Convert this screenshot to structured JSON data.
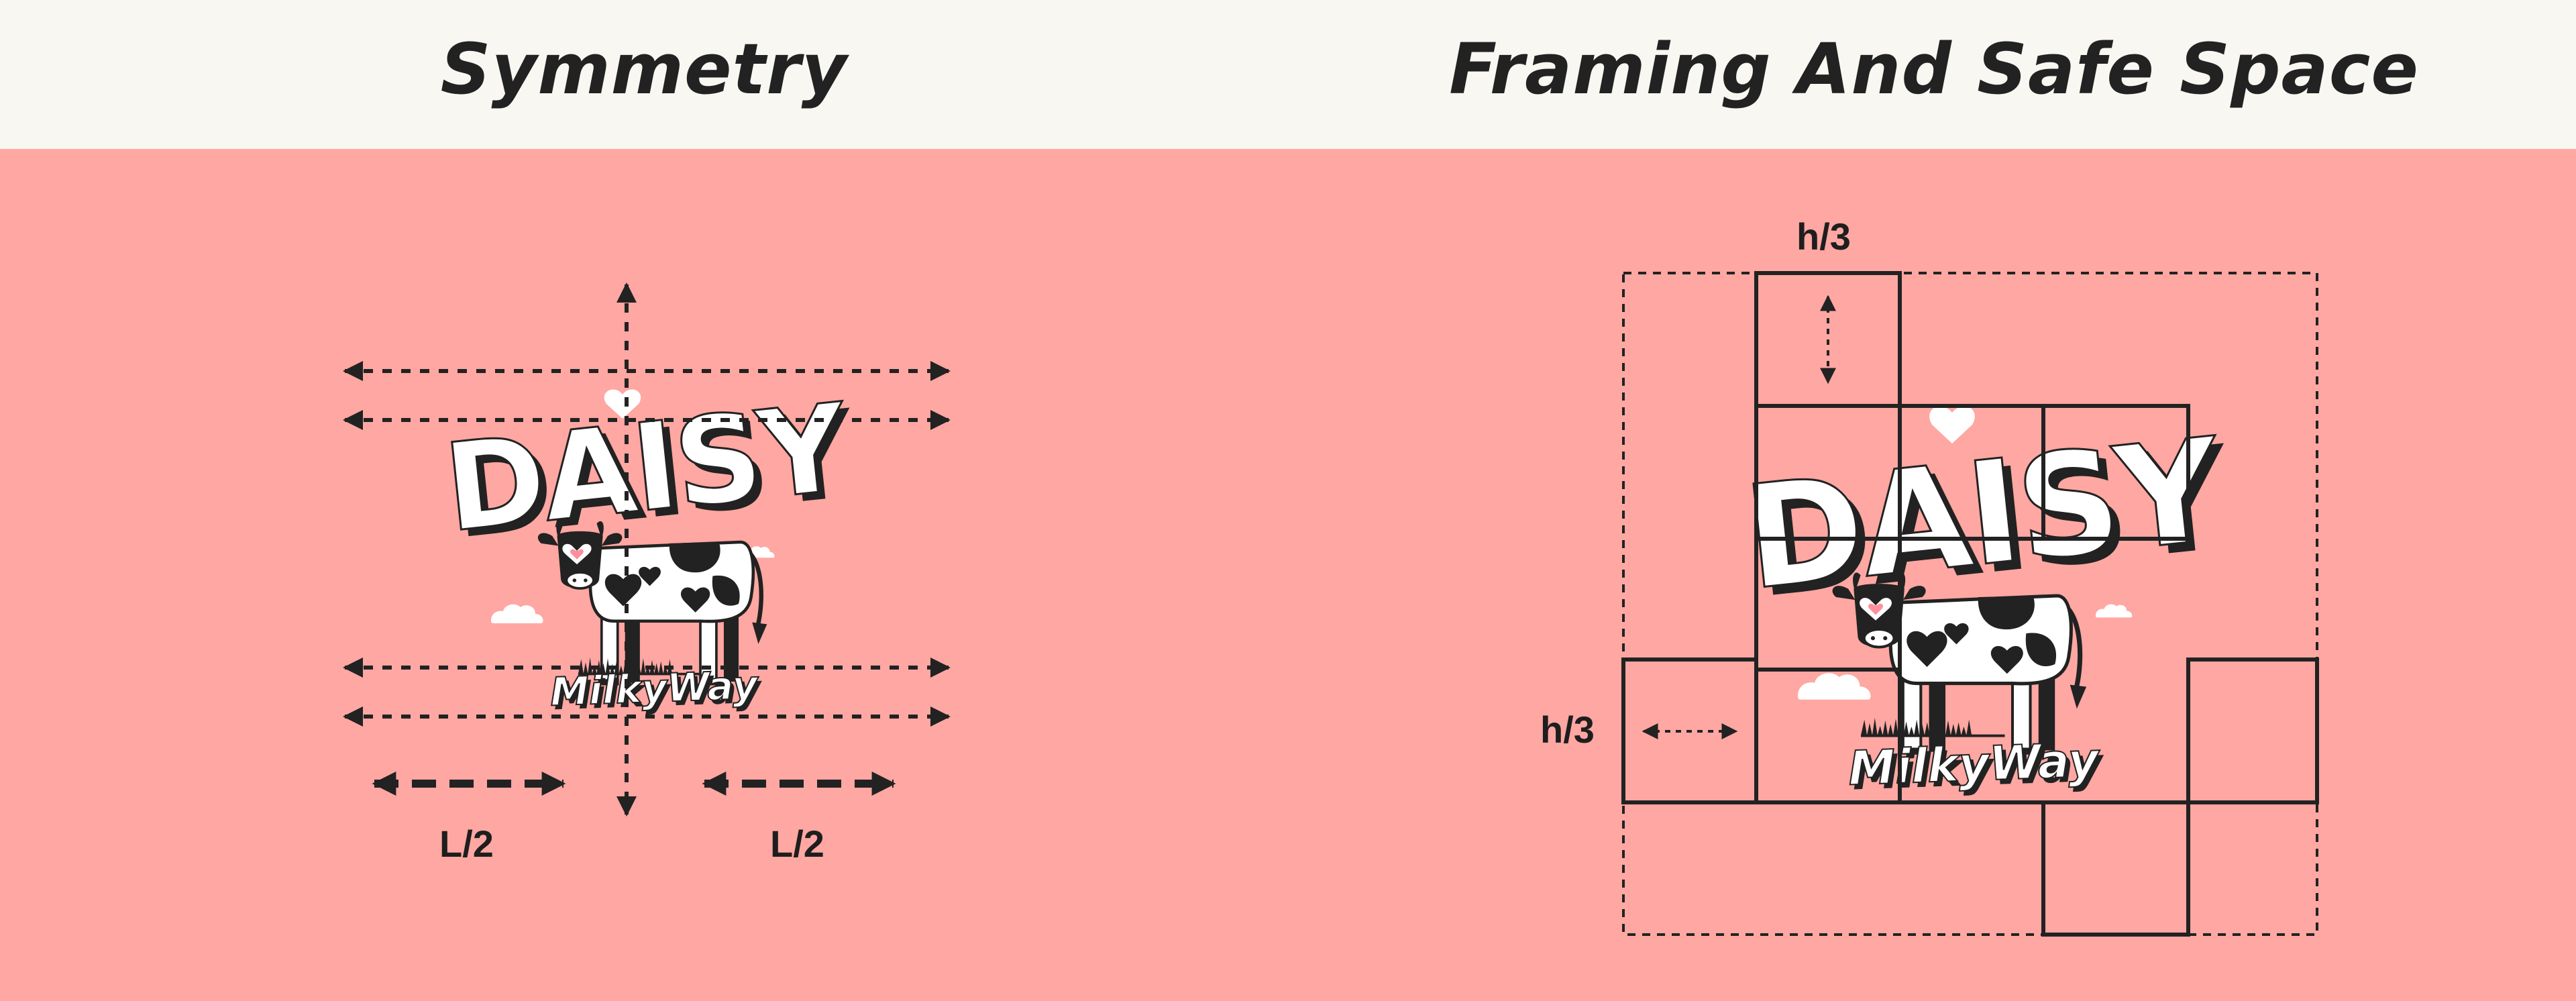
{
  "titles": {
    "symmetry": "Symmetry",
    "framing": "Framing And Safe Space"
  },
  "logo": {
    "brand": "DAISY",
    "tagline": "MilkyWay"
  },
  "labels": {
    "half_length": "L/2",
    "third_height": "h/3"
  },
  "colors": {
    "header_bg": "#f8f7f2",
    "canvas_bg": "#ffa7a2",
    "ink": "#222222",
    "logo_white": "#ffffff",
    "heart_pink": "#ff8e9b"
  }
}
